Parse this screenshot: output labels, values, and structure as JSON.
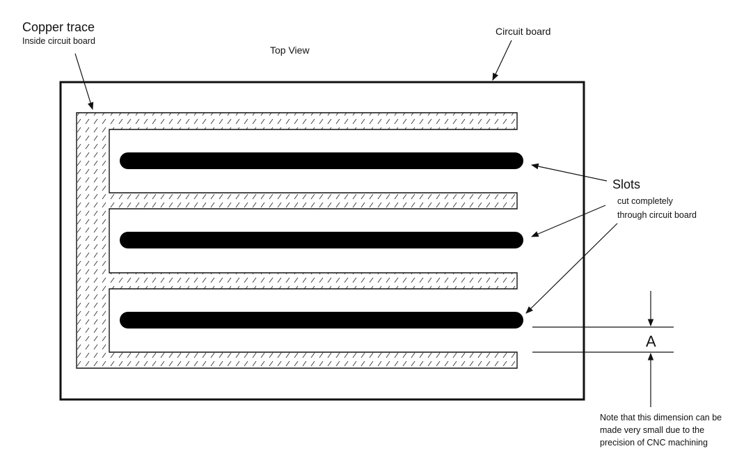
{
  "labels": {
    "copper_trace": "Copper trace",
    "copper_trace_sub": "Inside circuit board",
    "top_view": "Top View",
    "circuit_board": "Circuit board",
    "slots": "Slots",
    "slots_sub_1": "cut completely",
    "slots_sub_2": "through circuit board",
    "dimension": "A",
    "note_1": "Note that this dimension can be",
    "note_2": "made very small due to the",
    "note_3": "precision of CNC machining"
  },
  "colors": {
    "ink": "#111111",
    "paper": "#ffffff",
    "slot": "#000000"
  }
}
